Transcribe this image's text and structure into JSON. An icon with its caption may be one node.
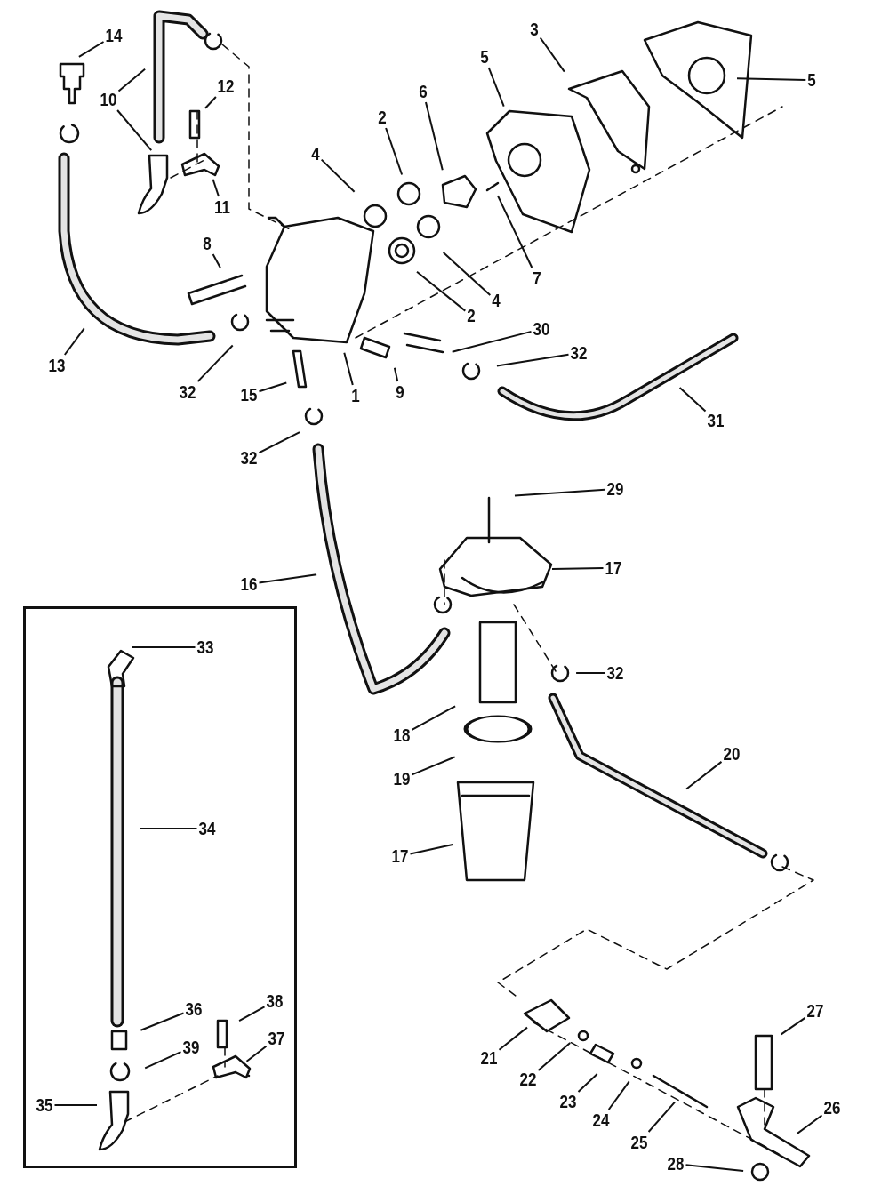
{
  "diagram": {
    "nodes": [
      {
        "text": [
          "14"
        ]
      },
      {
        "text": [
          "10"
        ]
      },
      {
        "text": [
          "12"
        ]
      },
      {
        "text": [
          "11"
        ]
      },
      {
        "text": [
          "4"
        ]
      },
      {
        "text": [
          "2"
        ]
      },
      {
        "text": [
          "6"
        ]
      },
      {
        "text": [
          "5"
        ]
      },
      {
        "text": [
          "3"
        ]
      },
      {
        "text": [
          "5"
        ]
      },
      {
        "text": [
          "8"
        ]
      },
      {
        "text": [
          "7"
        ]
      },
      {
        "text": [
          "4"
        ]
      },
      {
        "text": [
          "2"
        ]
      },
      {
        "text": [
          "30"
        ]
      },
      {
        "text": [
          "32"
        ]
      },
      {
        "text": [
          "13"
        ]
      },
      {
        "text": [
          "32"
        ]
      },
      {
        "text": [
          "15"
        ]
      },
      {
        "text": [
          "1"
        ]
      },
      {
        "text": [
          "9"
        ]
      },
      {
        "text": [
          "31"
        ]
      },
      {
        "text": [
          "32"
        ]
      },
      {
        "text": [
          "29"
        ]
      },
      {
        "text": [
          "16"
        ]
      },
      {
        "text": [
          "17"
        ]
      },
      {
        "text": [],
        "shape": "box"
      },
      {
        "text": [
          "33"
        ],
        "in": 26
      },
      {
        "text": [
          "32"
        ]
      },
      {
        "text": [
          "18"
        ]
      },
      {
        "text": [
          "20"
        ]
      },
      {
        "text": [
          "19"
        ]
      },
      {
        "text": [
          "34"
        ],
        "in": 26
      },
      {
        "text": [
          "17"
        ]
      },
      {
        "text": [
          "36"
        ],
        "in": 26
      },
      {
        "text": [
          "38"
        ],
        "in": 26
      },
      {
        "text": [
          "39"
        ],
        "in": 26
      },
      {
        "text": [
          "37"
        ],
        "in": 26
      },
      {
        "text": [
          "35"
        ],
        "in": 26
      },
      {
        "text": [
          "27"
        ]
      },
      {
        "text": [
          "21"
        ]
      },
      {
        "text": [
          "26"
        ]
      },
      {
        "text": [
          "22"
        ]
      },
      {
        "text": [
          "23"
        ]
      },
      {
        "text": [
          "24"
        ]
      },
      {
        "text": [
          "25"
        ]
      },
      {
        "text": [
          "28"
        ]
      }
    ],
    "edges": [
      {
        "from": 0,
        "to": null,
        "arrow": "none"
      },
      {
        "from": 1,
        "to": null,
        "arrow": "none"
      },
      {
        "from": 1,
        "to": null,
        "arrow": "none"
      },
      {
        "from": 2,
        "to": null,
        "arrow": "none"
      },
      {
        "from": 3,
        "to": null,
        "arrow": "none"
      },
      {
        "from": 4,
        "to": null,
        "arrow": "none"
      },
      {
        "from": 5,
        "to": null,
        "arrow": "none"
      },
      {
        "from": 6,
        "to": null,
        "arrow": "none"
      },
      {
        "from": 7,
        "to": null,
        "arrow": "none"
      },
      {
        "from": 8,
        "to": null,
        "arrow": "none"
      },
      {
        "from": 9,
        "to": null,
        "arrow": "none"
      },
      {
        "from": 10,
        "to": null,
        "arrow": "none"
      },
      {
        "from": 11,
        "to": null,
        "arrow": "none"
      },
      {
        "from": 12,
        "to": null,
        "arrow": "none"
      },
      {
        "from": 13,
        "to": null,
        "arrow": "none"
      },
      {
        "from": 14,
        "to": null,
        "arrow": "none"
      },
      {
        "from": 15,
        "to": null,
        "arrow": "none"
      },
      {
        "from": 16,
        "to": null,
        "arrow": "none"
      },
      {
        "from": 17,
        "to": null,
        "arrow": "none"
      },
      {
        "from": 18,
        "to": null,
        "arrow": "none"
      },
      {
        "from": 19,
        "to": null,
        "arrow": "none"
      },
      {
        "from": 20,
        "to": null,
        "arrow": "none"
      },
      {
        "from": 21,
        "to": null,
        "arrow": "none"
      },
      {
        "from": 22,
        "to": null,
        "arrow": "none"
      },
      {
        "from": 23,
        "to": null,
        "arrow": "none"
      },
      {
        "from": 24,
        "to": null,
        "arrow": "none"
      },
      {
        "from": 25,
        "to": null,
        "arrow": "none"
      },
      {
        "from": 27,
        "to": null,
        "arrow": "none"
      },
      {
        "from": 28,
        "to": null,
        "arrow": "none"
      },
      {
        "from": 29,
        "to": null,
        "arrow": "none"
      },
      {
        "from": 30,
        "to": null,
        "arrow": "none"
      },
      {
        "from": 31,
        "to": null,
        "arrow": "none"
      },
      {
        "from": 32,
        "to": null,
        "arrow": "none"
      },
      {
        "from": 33,
        "to": null,
        "arrow": "none"
      },
      {
        "from": 34,
        "to": null,
        "arrow": "none"
      },
      {
        "from": 35,
        "to": null,
        "arrow": "none"
      },
      {
        "from": 36,
        "to": null,
        "arrow": "none"
      },
      {
        "from": 37,
        "to": null,
        "arrow": "none"
      },
      {
        "from": 38,
        "to": null,
        "arrow": "none"
      },
      {
        "from": 39,
        "to": null,
        "arrow": "none"
      },
      {
        "from": 40,
        "to": null,
        "arrow": "none"
      },
      {
        "from": 41,
        "to": null,
        "arrow": "none"
      },
      {
        "from": 42,
        "to": null,
        "arrow": "none"
      },
      {
        "from": 43,
        "to": null,
        "arrow": "none"
      },
      {
        "from": 44,
        "to": null,
        "arrow": "none"
      },
      {
        "from": 45,
        "to": null,
        "arrow": "none"
      },
      {
        "from": 46,
        "to": null,
        "arrow": "none"
      }
    ]
  }
}
